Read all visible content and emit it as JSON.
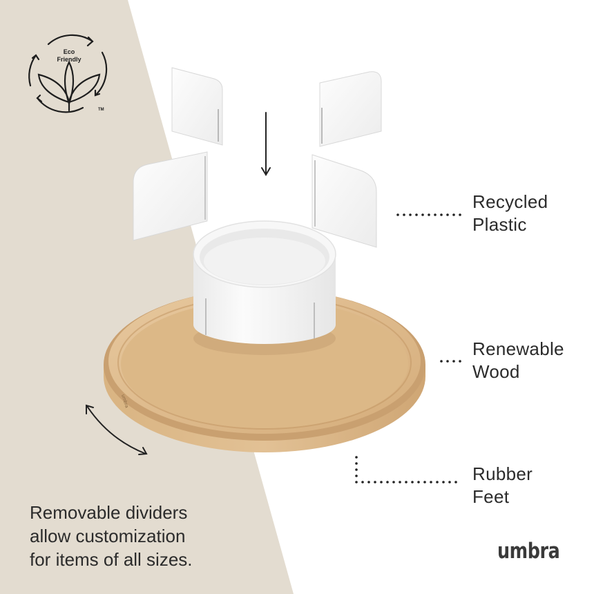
{
  "badge": {
    "line1": "Eco",
    "line2": "Friendly",
    "tm": "TM",
    "icon": "leaf-recycle-icon"
  },
  "callouts": {
    "recycled": {
      "line1": "Recycled",
      "line2": "Plastic"
    },
    "wood": {
      "line1": "Renewable",
      "line2": "Wood"
    },
    "feet": {
      "line1": "Rubber",
      "line2": "Feet"
    }
  },
  "caption": {
    "line1": "Removable dividers",
    "line2": "allow customization",
    "line3": "for items of all sizes."
  },
  "brand": "umbra",
  "engraving": "umbra",
  "colors": {
    "backdrop": "#e3dcd0",
    "wood": "#dcb88a",
    "wood_dark": "#c9a070",
    "plastic": "#f4f4f4",
    "text": "#2b2b2b"
  }
}
